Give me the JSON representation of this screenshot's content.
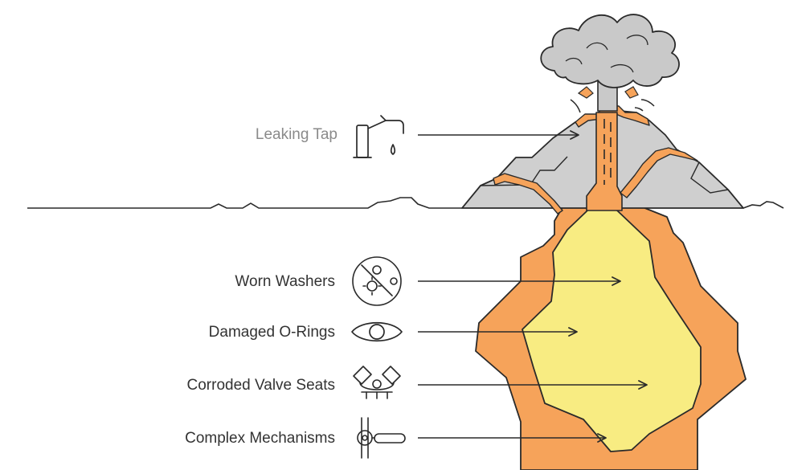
{
  "labels": {
    "surface": "Leaking Tap",
    "layer_1": "Worn Washers",
    "layer_2": "Damaged O-Rings",
    "layer_3": "Corroded Valve Seats",
    "layer_4": "Complex Mechanisms"
  },
  "icons": {
    "surface": "faucet-icon",
    "layer_1": "worn-washer-icon",
    "layer_2": "o-ring-icon",
    "layer_3": "valve-seat-icon",
    "layer_4": "mechanism-icon"
  },
  "colors": {
    "cloud": "#c9c9c9",
    "mountain": "#cfcfcf",
    "lava_outer": "#f6a35a",
    "lava_inner": "#f8ec82",
    "outline": "#2a2a2a",
    "muted_text": "#8a8a8a",
    "text": "#333333"
  }
}
